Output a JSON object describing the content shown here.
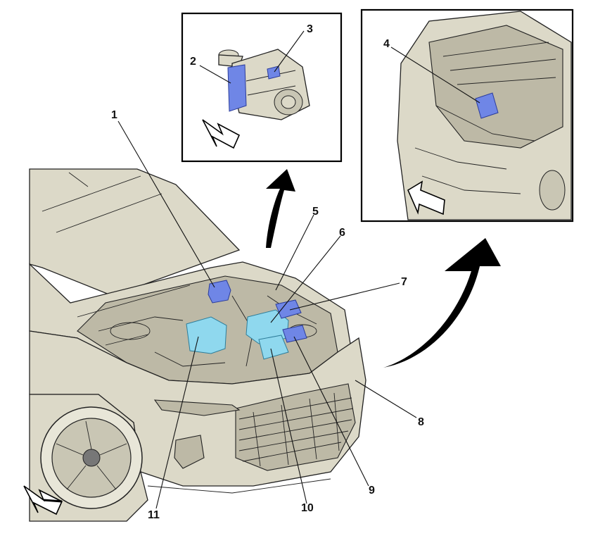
{
  "callouts": [
    {
      "id": "1",
      "text": "1"
    },
    {
      "id": "2",
      "text": "2"
    },
    {
      "id": "3",
      "text": "3"
    },
    {
      "id": "4",
      "text": "4"
    },
    {
      "id": "5",
      "text": "5"
    },
    {
      "id": "6",
      "text": "6"
    },
    {
      "id": "7",
      "text": "7"
    },
    {
      "id": "8",
      "text": "8"
    },
    {
      "id": "9",
      "text": "9"
    },
    {
      "id": "10",
      "text": "10"
    },
    {
      "id": "11",
      "text": "11"
    }
  ],
  "colors": {
    "highlight_blue": "#6f86e6",
    "highlight_cyan": "#8fd8ee",
    "body": "#dcd9c8",
    "line": "#222222"
  },
  "icons": [
    "direction-arrow-icon",
    "curved-arrow-icon"
  ]
}
